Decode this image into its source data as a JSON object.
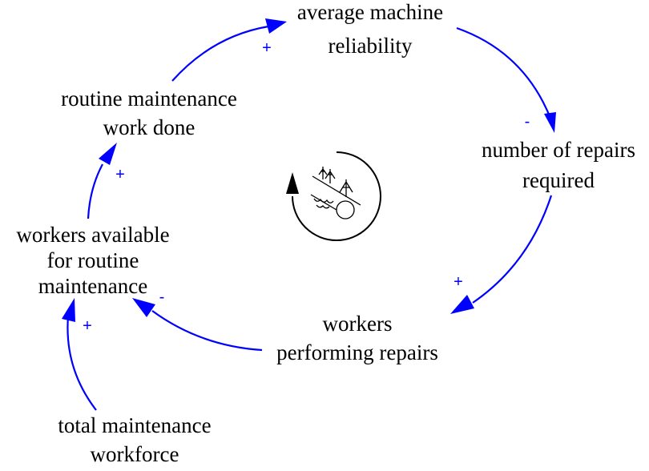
{
  "diagram": {
    "type": "causal-loop",
    "link_color": "#0000ff",
    "text_color": "#000000",
    "loop_icon": "reinforcing-snowball-icon",
    "nodes": [
      {
        "id": "reliability",
        "lines": [
          "average machine",
          "reliability"
        ]
      },
      {
        "id": "repairs_required",
        "lines": [
          "number of repairs",
          "required"
        ]
      },
      {
        "id": "workers_repairs",
        "lines": [
          "workers",
          "performing repairs"
        ]
      },
      {
        "id": "workers_available",
        "lines": [
          "workers available",
          "for routine",
          "maintenance"
        ]
      },
      {
        "id": "routine_done",
        "lines": [
          "routine maintenance",
          "work done"
        ]
      },
      {
        "id": "total_workforce",
        "lines": [
          "total maintenance",
          "workforce"
        ]
      }
    ],
    "links": [
      {
        "from": "routine_done",
        "to": "reliability",
        "polarity": "+"
      },
      {
        "from": "reliability",
        "to": "repairs_required",
        "polarity": "-"
      },
      {
        "from": "repairs_required",
        "to": "workers_repairs",
        "polarity": "+"
      },
      {
        "from": "workers_repairs",
        "to": "workers_available",
        "polarity": "-"
      },
      {
        "from": "workers_available",
        "to": "routine_done",
        "polarity": "+"
      },
      {
        "from": "total_workforce",
        "to": "workers_available",
        "polarity": "+"
      }
    ]
  }
}
